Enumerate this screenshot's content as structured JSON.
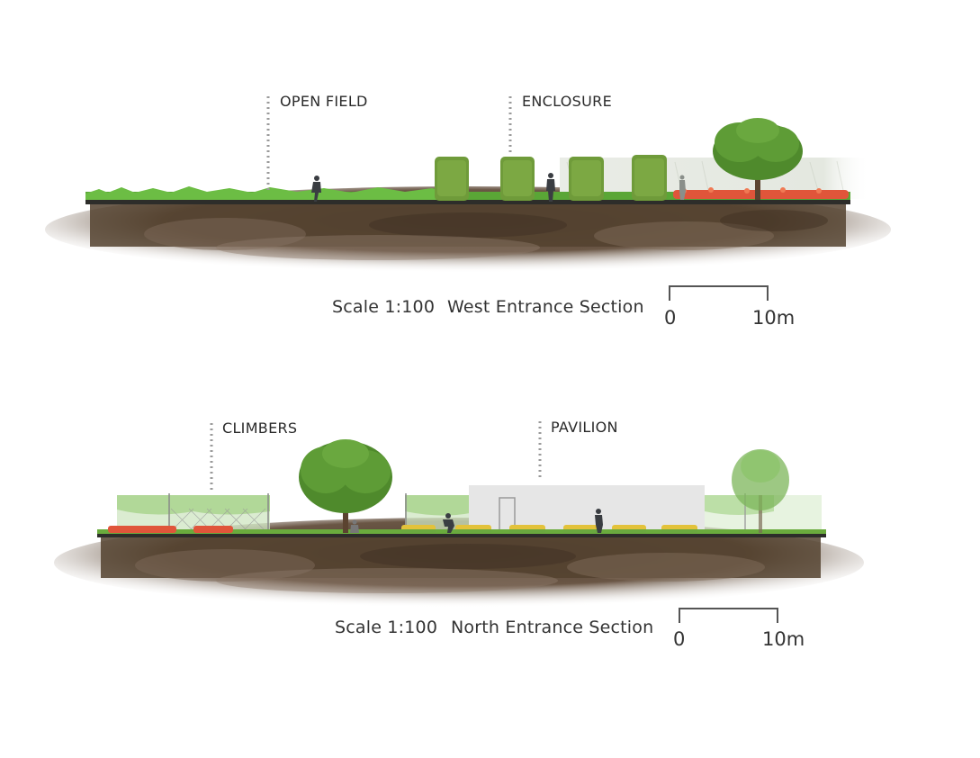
{
  "sections": [
    {
      "id": "west",
      "callouts": [
        "OPEN FIELD",
        "ENCLOSURE"
      ],
      "scale": "Scale 1:100",
      "title": "West Entrance Section",
      "scalebar": {
        "start": "0",
        "end": "10m"
      }
    },
    {
      "id": "north",
      "callouts": [
        "CLIMBERS",
        "PAVILION"
      ],
      "scale": "Scale 1:100",
      "title": "North Entrance Section",
      "scalebar": {
        "start": "0",
        "end": "10m"
      }
    }
  ],
  "colors": {
    "soil_dark": "#4a3a2c",
    "soil_mid": "#6b5848",
    "grass": "#5aa636",
    "hedge": "#6f9b3a",
    "tree": "#4f8a2c",
    "flowers_red": "#e0553a",
    "flowers_yellow": "#e3c23a",
    "pavilion": "#e6e6e6",
    "callout_line": "#9a9a9a",
    "scalebar": "#555555"
  }
}
